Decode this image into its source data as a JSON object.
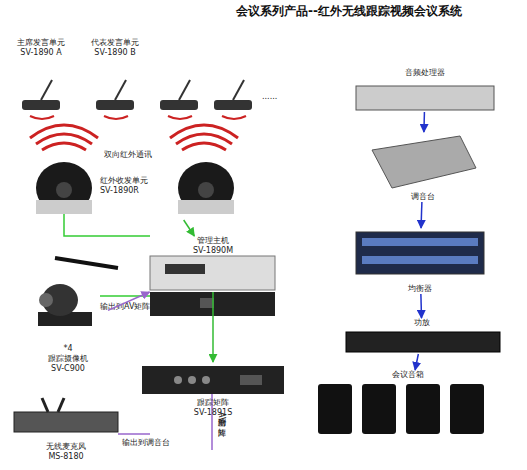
{
  "diagram": {
    "title": "会议系列产品--红外无线跟踪视频会议系统",
    "nodes": [
      {
        "text": [
          "主席发言单元",
          "SV-1890 A"
        ]
      },
      {
        "text": [
          "代表发言单元",
          "SV-1890 B"
        ]
      },
      {
        "text": [
          "红外收发单元",
          "SV-1890R"
        ]
      },
      {
        "text": [
          "管理主机",
          "SV-1890M"
        ]
      },
      {
        "text": [
          "*4",
          "跟踪摄像机",
          "SV-C900"
        ]
      },
      {
        "text": [
          "跟踪矩阵",
          "SV-1891S"
        ]
      },
      {
        "text": [
          "无线麦克风",
          "MS-8180"
        ]
      },
      {
        "text": [
          "音频处理器"
        ]
      },
      {
        "text": [
          "调音台"
        ]
      },
      {
        "text": [
          "均衡器"
        ]
      },
      {
        "text": [
          "功放"
        ]
      },
      {
        "text": [
          "会议音箱"
        ]
      }
    ],
    "edges": [
      {
        "from": 2,
        "to": 3,
        "arrow": "to"
      },
      {
        "from": 4,
        "to": 3,
        "arrow": "to"
      },
      {
        "from": 3,
        "to": 5,
        "arrow": "to"
      },
      {
        "from": 7,
        "to": 8,
        "arrow": "to"
      },
      {
        "from": 8,
        "to": 9,
        "arrow": "to"
      },
      {
        "from": 9,
        "to": 10,
        "arrow": "to"
      },
      {
        "from": 10,
        "to": 11,
        "arrow": "to"
      }
    ],
    "labels": [
      "双向红外通讯",
      "......",
      "输出到AV矩阵",
      "输出到调音台",
      "输出到AV矩阵"
    ]
  }
}
